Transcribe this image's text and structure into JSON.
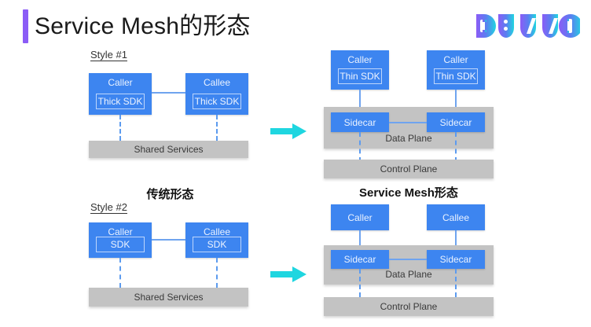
{
  "slide": {
    "title": "Service Mesh的形态",
    "accent_color": "#8b5cf6",
    "node_color": "#3d85f0",
    "panel_color": "#c3c3c3",
    "arrow_color": "#1fd6e0"
  },
  "logo": {
    "name": "dubbo-logo",
    "text": "DUBBO",
    "gradient_from": "#8b5cf6",
    "gradient_to": "#1fd6e0",
    "glyphs": [
      "D",
      "U",
      "B",
      "B",
      "O"
    ]
  },
  "sections": {
    "traditional": "传统形态",
    "service_mesh": "Service Mesh形态"
  },
  "topleft": {
    "style_label": "Style #1",
    "caller": {
      "title": "Caller",
      "sdk": "Thick SDK"
    },
    "callee": {
      "title": "Callee",
      "sdk": "Thick SDK"
    },
    "shared": "Shared Services"
  },
  "topright": {
    "caller_left": {
      "title": "Caller",
      "sdk": "Thin SDK"
    },
    "caller_right": {
      "title": "Caller",
      "sdk": "Thin SDK"
    },
    "sidecar_left": "Sidecar",
    "sidecar_right": "Sidecar",
    "data_plane": "Data Plane",
    "control_plane": "Control Plane"
  },
  "bottomleft": {
    "style_label": "Style #2",
    "caller": {
      "title": "Caller",
      "sdk": "SDK"
    },
    "callee": {
      "title": "Callee",
      "sdk": "SDK"
    },
    "shared": "Shared Services"
  },
  "bottomright": {
    "caller": {
      "title": "Caller"
    },
    "callee": {
      "title": "Callee"
    },
    "sidecar_left": "Sidecar",
    "sidecar_right": "Sidecar",
    "data_plane": "Data Plane",
    "control_plane": "Control Plane"
  },
  "arrows": {
    "top": "transform-arrow-right",
    "bottom": "transform-arrow-right"
  }
}
